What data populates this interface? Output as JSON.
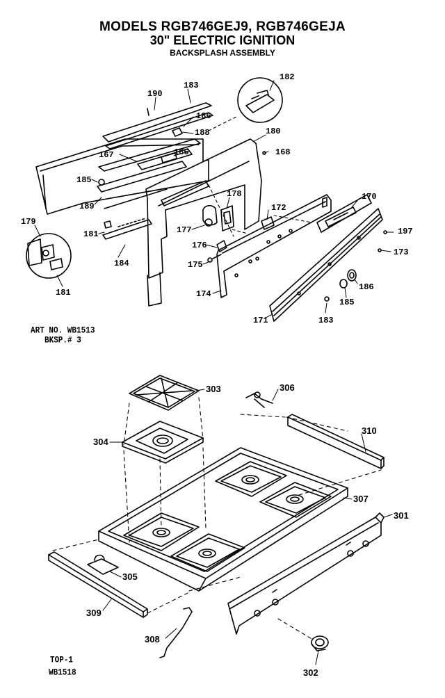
{
  "title": {
    "line1": "MODELS RGB746GEJ9, RGB746GEJA",
    "line2": "30\" ELECTRIC IGNITION",
    "line3": "BACKSPLASH ASSEMBLY"
  },
  "notes": {
    "backsplash_art_no": "ART NO. WB1513",
    "backsplash_ref": "BKSP.# 3",
    "top_ref": "TOP-1",
    "top_art_no": "WB1518"
  },
  "part_labels": {
    "p190": "190",
    "p183a": "183",
    "p182": "182",
    "p186a": "186",
    "p188": "188",
    "p180": "180",
    "p186b": "186",
    "p168": "168",
    "p167": "167",
    "p185a": "185",
    "p189": "189",
    "p178": "178",
    "p172": "172",
    "p170": "170",
    "p179": "179",
    "p181a": "181",
    "p177": "177",
    "p197": "197",
    "p176": "176",
    "p173": "173",
    "p184": "184",
    "p175": "175",
    "p186c": "186",
    "p174": "174",
    "p185b": "185",
    "p181b": "181",
    "p171": "171",
    "p183b": "183",
    "p303": "303",
    "p306": "306",
    "p304": "304",
    "p310": "310",
    "p307": "307",
    "p301": "301",
    "p305": "305",
    "p309": "309",
    "p308": "308",
    "p302": "302"
  }
}
